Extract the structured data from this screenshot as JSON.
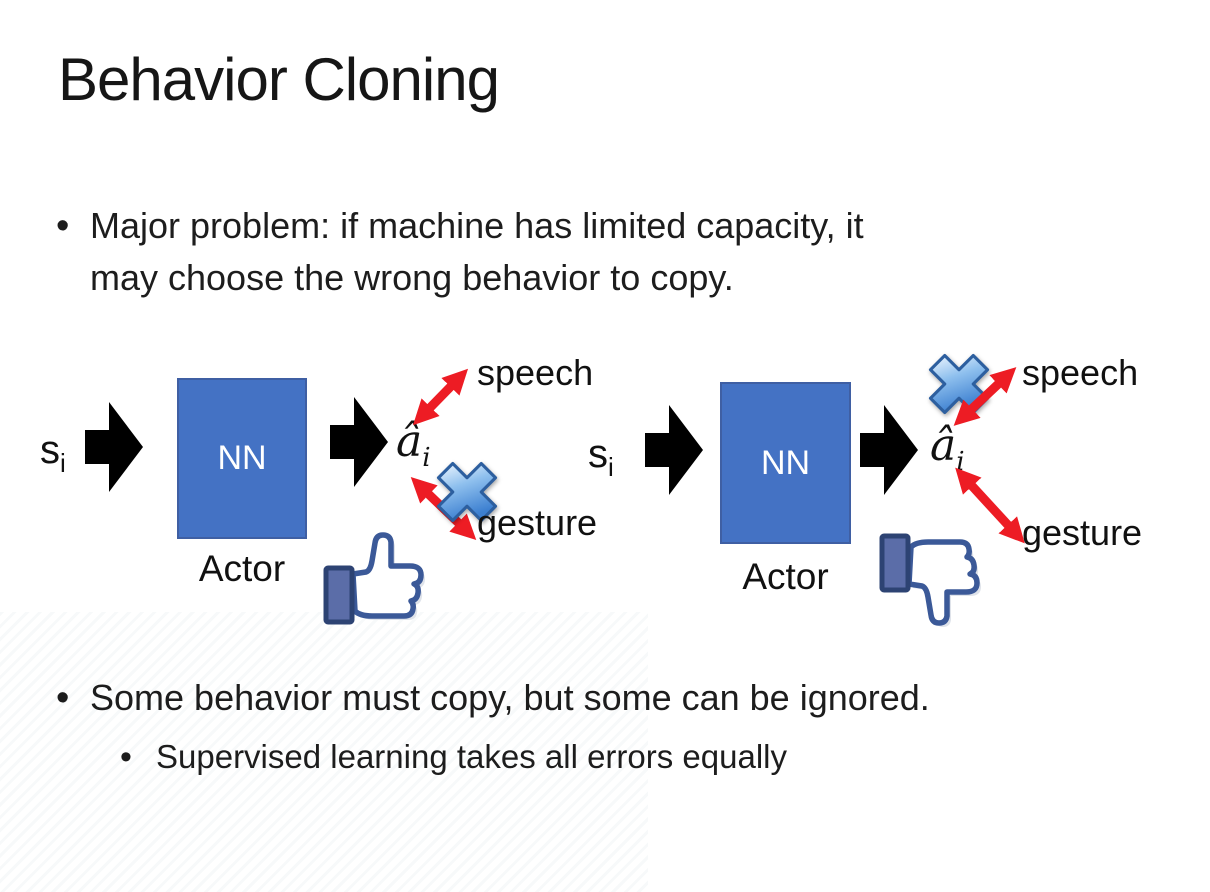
{
  "slide": {
    "title": "Behavior Cloning",
    "bullet_char": "•",
    "bullets": {
      "major_problem": {
        "lines": [
          "Major problem: if machine has limited capacity, it",
          "may choose the wrong behavior to copy."
        ]
      },
      "some_behavior": "Some behavior must copy, but some can be ignored.",
      "supervised": "Supervised learning takes all errors equally"
    }
  },
  "diagrams": {
    "left": {
      "input": {
        "base": "s",
        "sub": "i"
      },
      "nn_label": "NN",
      "output": {
        "base": "â",
        "sub": "i"
      },
      "speech_label": "speech",
      "gesture_label": "gesture",
      "actor_label": "Actor",
      "crossed_out_branch": "gesture",
      "feedback_icon": "thumbs-up"
    },
    "right": {
      "input": {
        "base": "s",
        "sub": "i"
      },
      "nn_label": "NN",
      "output": {
        "base": "â",
        "sub": "i"
      },
      "speech_label": "speech",
      "gesture_label": "gesture",
      "actor_label": "Actor",
      "crossed_out_branch": "speech",
      "feedback_icon": "thumbs-down"
    }
  },
  "colors": {
    "nn_box_fill": "#4472C4",
    "nn_box_border": "#3f5fa3",
    "block_arrow": "#000000",
    "double_arrow_red": "#ED1C24",
    "cross_blue": "#3C7FD0",
    "thumb_outline_navy": "#3B5998",
    "thumb_cuff": "#5B6DA8",
    "text": "#1C1C1C"
  }
}
